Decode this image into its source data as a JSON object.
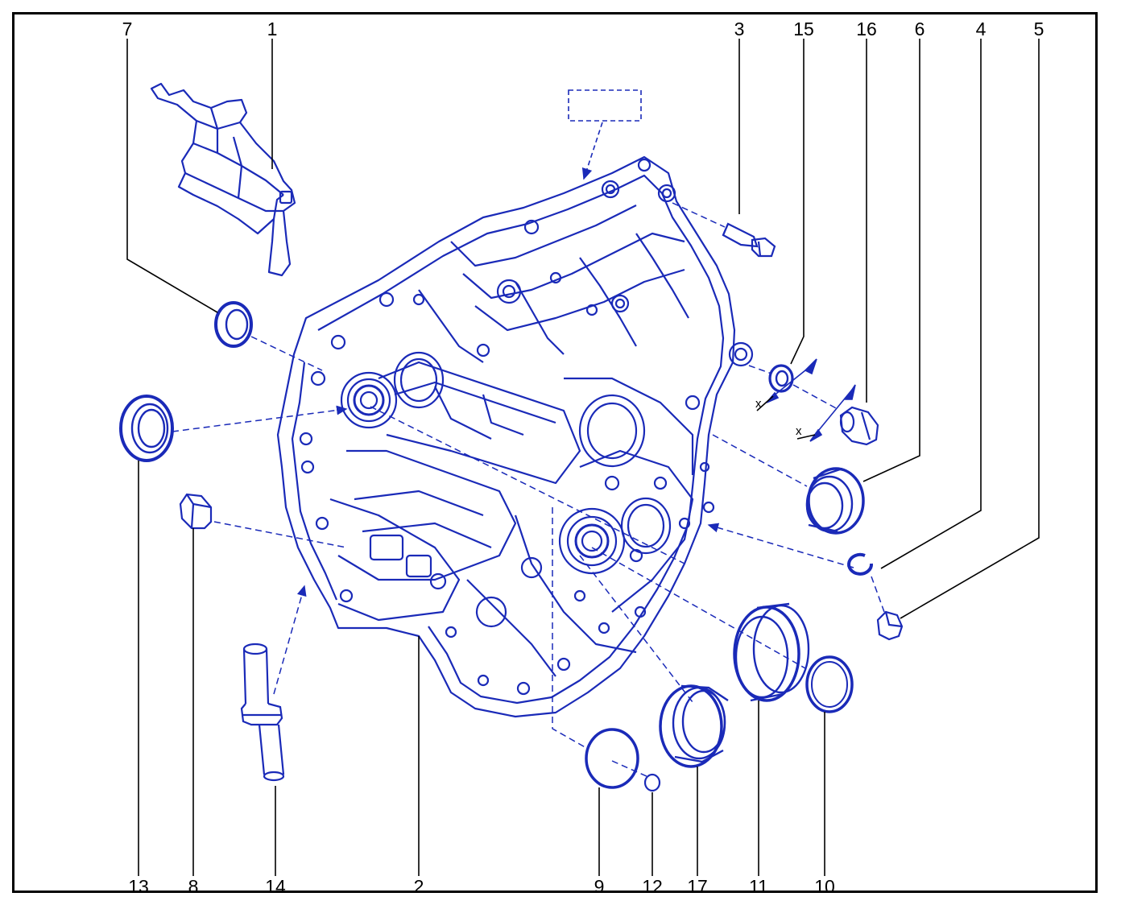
{
  "colors": {
    "line": "#1a2ab8",
    "leader": "#000000",
    "background": "#ffffff",
    "frame": "#000000"
  },
  "callouts": {
    "top": [
      "7",
      "1",
      "3",
      "15",
      "16",
      "6",
      "4",
      "5"
    ],
    "bottom": [
      "13",
      "8",
      "14",
      "2",
      "9",
      "12",
      "17",
      "11",
      "10"
    ]
  },
  "dimension_marks": [
    "x",
    "x"
  ]
}
